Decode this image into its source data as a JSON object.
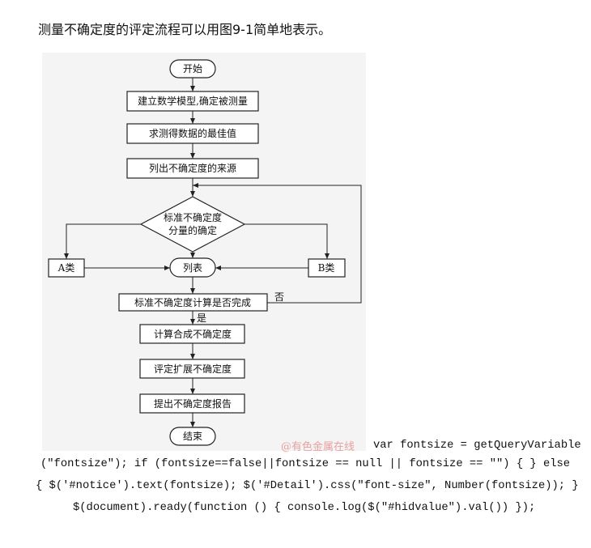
{
  "intro": "测量不确定度的评定流程可以用图9-1简单地表示。",
  "flowchart": {
    "start": "开始",
    "step1": "建立数学模型,确定被测量",
    "step2": "求测得数据的最佳值",
    "step3": "列出不确定度的来源",
    "decision_line1": "标准不确定度",
    "decision_line2": "分量的确定",
    "type_a": "A类",
    "type_b": "B类",
    "list": "列表",
    "check": "标准不确定度计算是否完成",
    "no": "否",
    "yes": "是",
    "step4": "计算合成不确定度",
    "step5": "评定扩展不确定度",
    "step6": "提出不确定度报告",
    "end": "结束"
  },
  "watermark": "@有色金属在线",
  "code": [
    "var fontsize = getQueryVariable",
    "(\"fontsize\"); if (fontsize==false||fontsize == null || fontsize == \"\") { } else",
    "{ $('#notice').text(fontsize); $('#Detail').css(\"font-size\", Number(fontsize)); }",
    "$(document).ready(function () { console.log($(\"#hidvalue\").val()) });"
  ]
}
